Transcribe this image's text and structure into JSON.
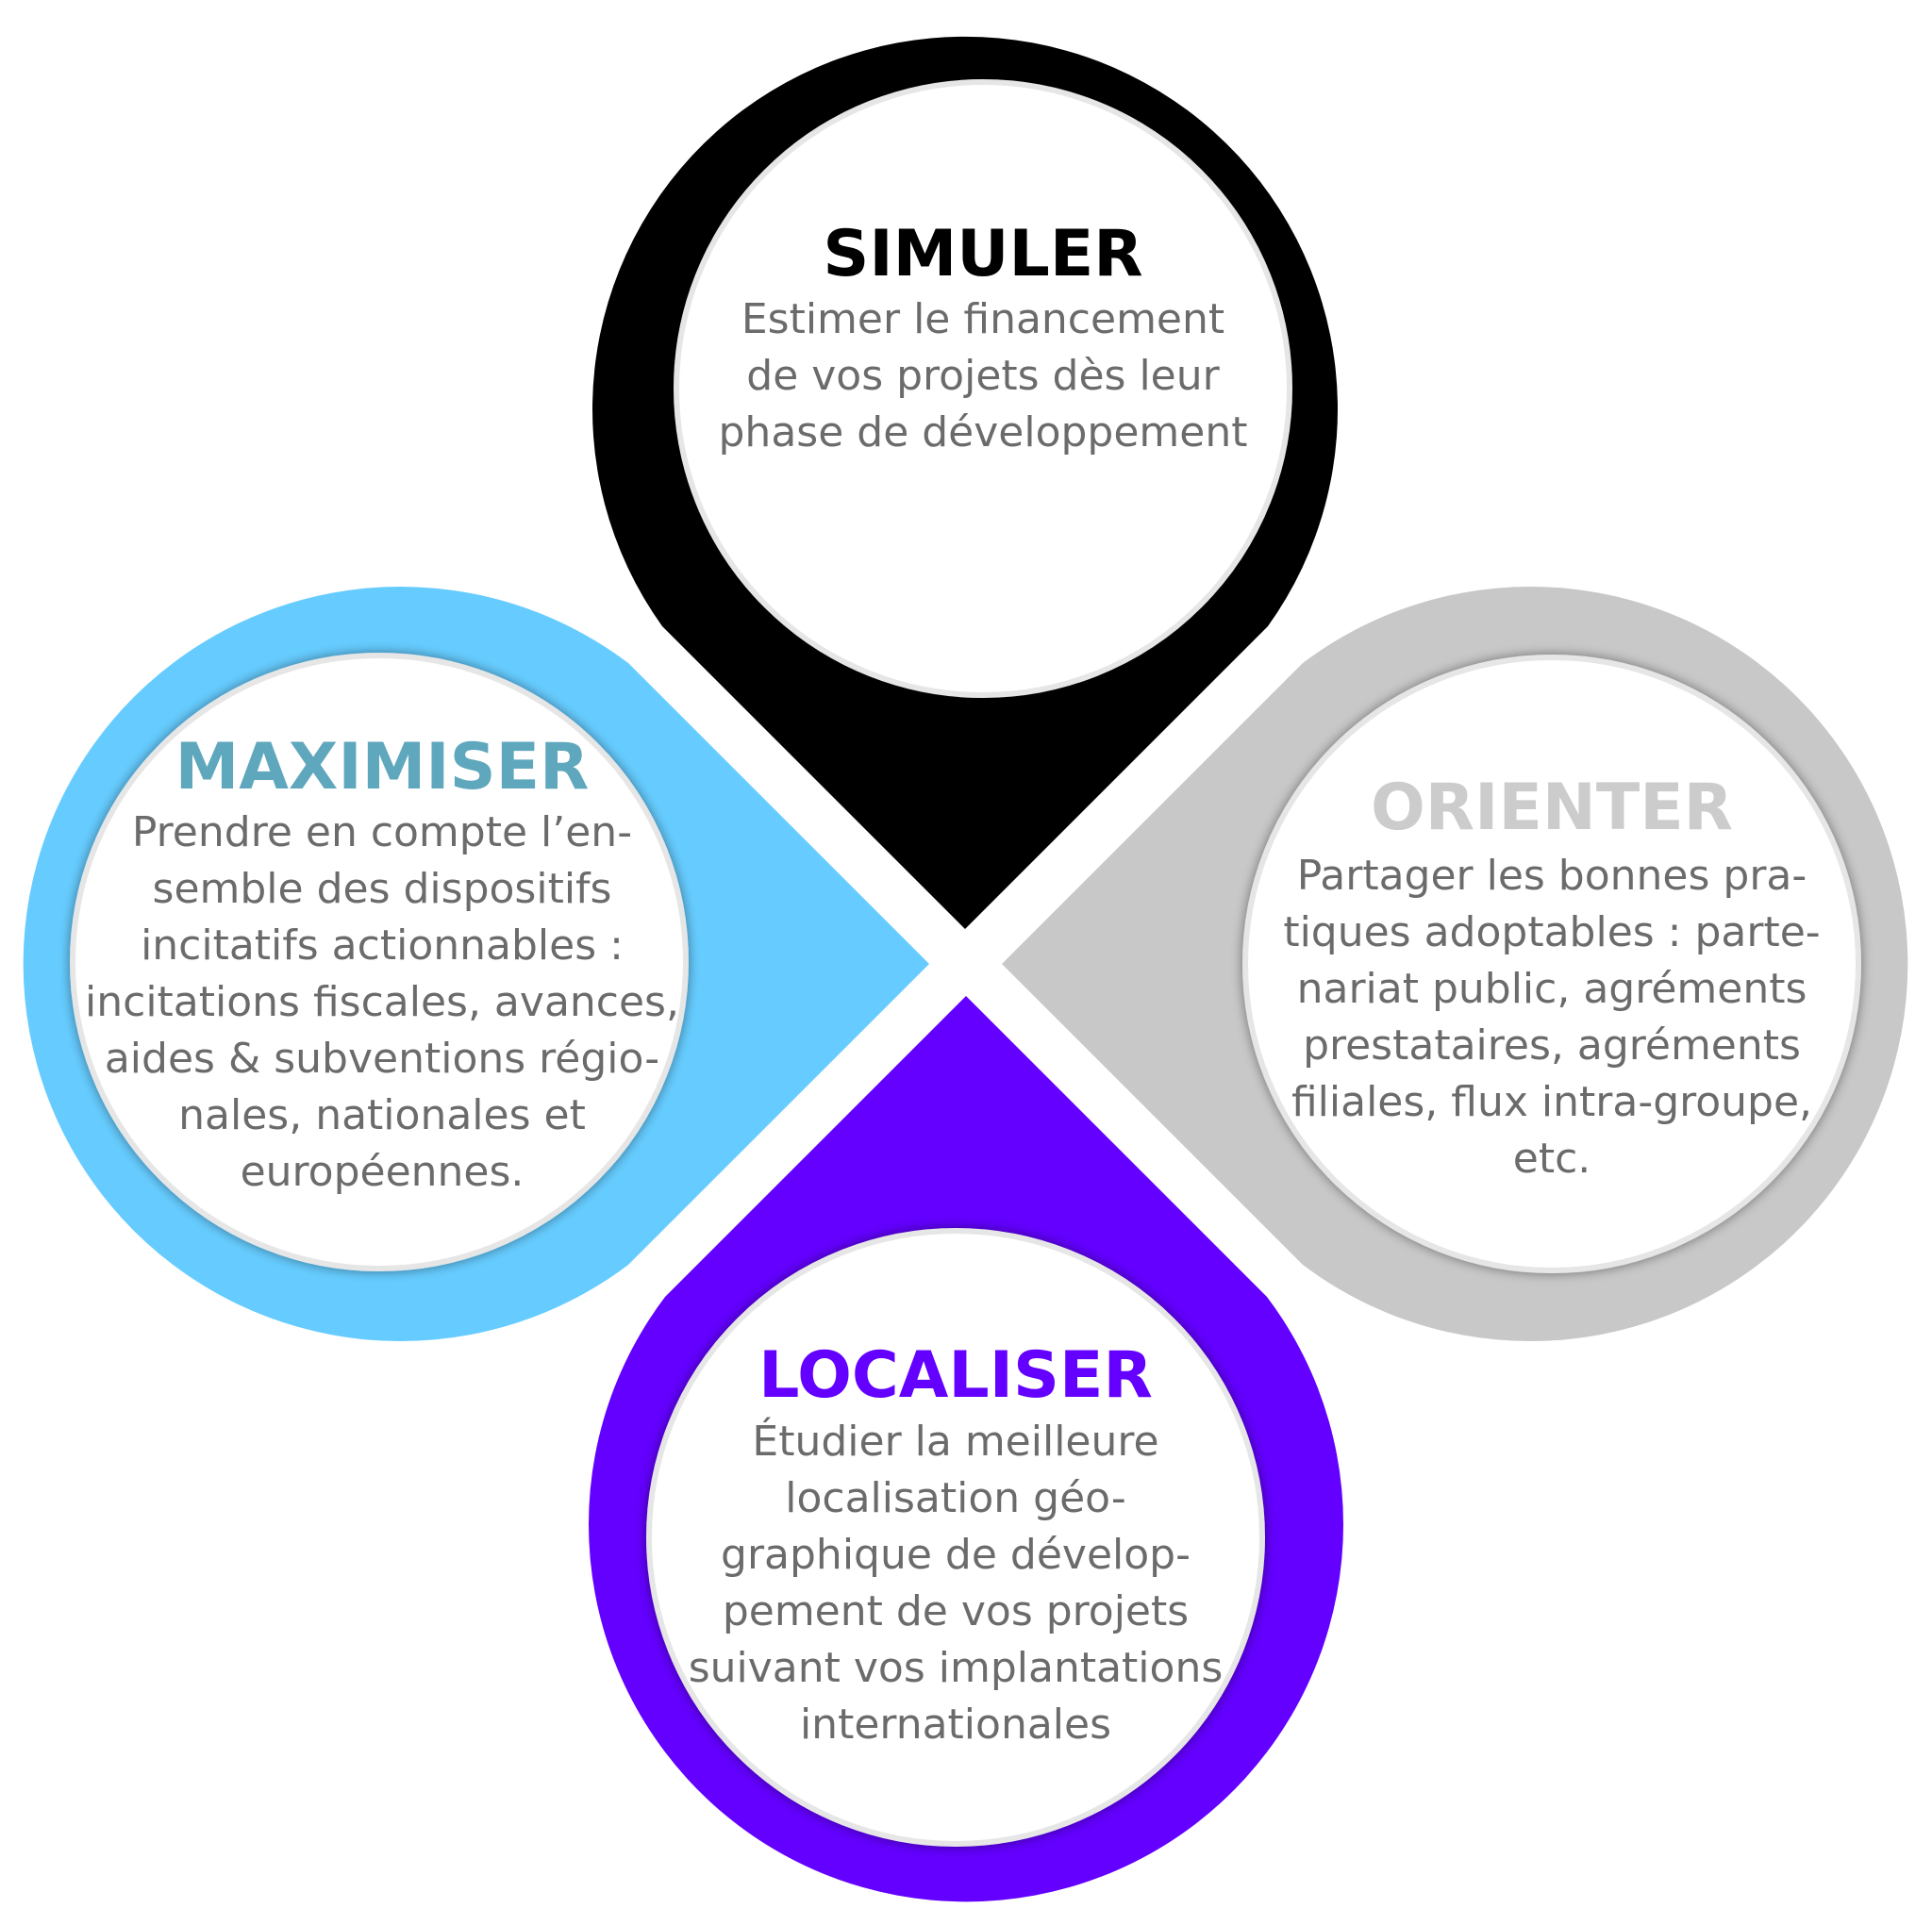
{
  "colors": {
    "simuler": "#000000",
    "orienter": "#c8c8c8",
    "localiser": "#6300ff",
    "maximiser": "#66ccff",
    "maximiser_title": "#5fa7bd",
    "orienter_title": "#cccccc",
    "body_text": "#6b6b6b",
    "inner_circle": "#ffffff"
  },
  "items": {
    "simuler": {
      "title": "SIMULER",
      "lines": [
        "Estimer le financement",
        "de vos projets dès leur",
        "phase de développement"
      ]
    },
    "maximiser": {
      "title": "MAXIMISER",
      "lines": [
        "Prendre en compte l’en-",
        "semble des dispositifs",
        "incitatifs actionnables :",
        "incitations fiscales, avances,",
        "aides & subventions régio-",
        "nales, nationales et",
        "européennes."
      ]
    },
    "orienter": {
      "title": "ORIENTER",
      "lines": [
        "Partager les bonnes pra-",
        "tiques adoptables : parte-",
        "nariat public, agréments",
        "prestataires, agréments",
        "filiales, flux intra-groupe,",
        "etc."
      ]
    },
    "localiser": {
      "title": "LOCALISER",
      "lines": [
        "Étudier la meilleure",
        "localisation géo-",
        "graphique de dévelop-",
        "pement de vos projets",
        "suivant vos implantations",
        "internationales"
      ]
    }
  }
}
